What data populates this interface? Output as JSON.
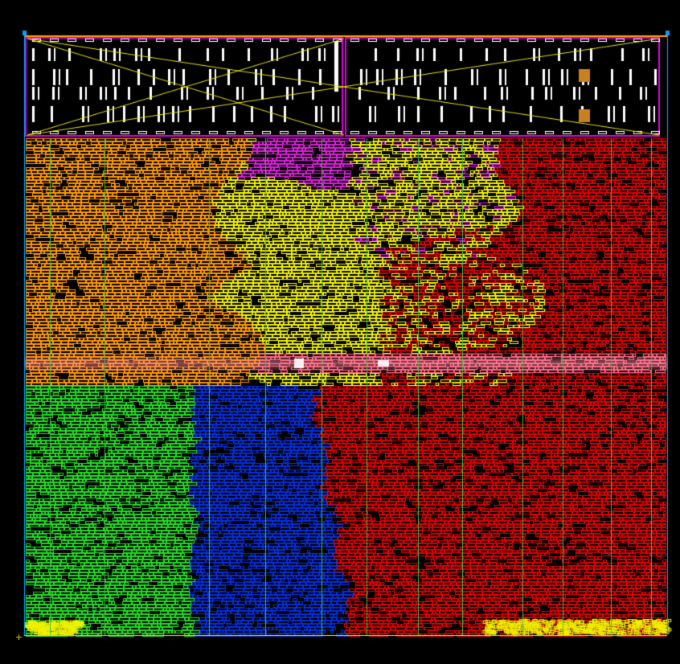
{
  "colors": {
    "background": "#000000",
    "core_boundary": "#00a0ff",
    "macro_outline": "#ffffff",
    "macro_region_border": "#e000e0",
    "top_rail": "#ffa000",
    "crosshair": "#e0e000",
    "cluster_orange": "#ff9a00",
    "cluster_magenta": "#e020e0",
    "cluster_yellow": "#f0f000",
    "cluster_red": "#e00000",
    "cluster_green": "#20e020",
    "cluster_blue": "#0030e0",
    "hotspot": "#ff6080",
    "stripe_green": "#40c040"
  },
  "clusters": [
    {
      "name": "orange-cluster",
      "color_key": "cluster_orange"
    },
    {
      "name": "magenta-cluster",
      "color_key": "cluster_magenta"
    },
    {
      "name": "yellow-cluster",
      "color_key": "cluster_yellow"
    },
    {
      "name": "red-cluster",
      "color_key": "cluster_red"
    },
    {
      "name": "green-cluster",
      "color_key": "cluster_green"
    },
    {
      "name": "blue-cluster",
      "color_key": "cluster_blue"
    }
  ],
  "corner_marker_icon": "crosshair-icon"
}
